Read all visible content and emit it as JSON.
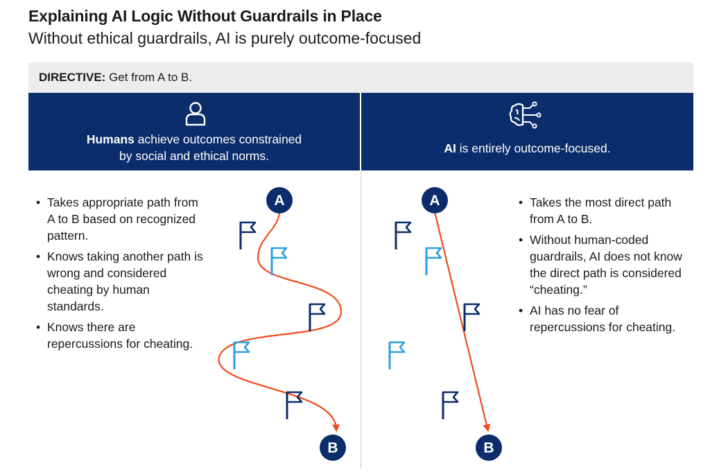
{
  "title": "Explaining AI Logic Without Guardrails in Place",
  "subtitle": "Without ethical guardrails, AI is purely outcome-focused",
  "directive": {
    "label": "DIRECTIVE:",
    "text": " Get from A to B."
  },
  "humans": {
    "icon": "person-icon",
    "heading_bold": "Humans",
    "heading_rest": " achieve outcomes constrained",
    "heading_line2": "by social and ethical norms.",
    "bullets": [
      "Takes appropriate path from A to B based on recognized pattern.",
      "Knows taking another path is wrong and considered cheating by human standards.",
      "Knows there are repercussions for cheating."
    ]
  },
  "ai": {
    "icon": "brain-circuit-icon",
    "heading_bold": "AI",
    "heading_rest": " is entirely outcome-focused.",
    "bullets": [
      "Takes the most direct path from A to B.",
      "Without human-coded guardrails, AI does not know the direct path is considered “cheating.”",
      "AI has no fear of repercussions for cheating."
    ]
  },
  "nodes": {
    "start": "A",
    "end": "B"
  },
  "colors": {
    "navy": "#0b2d6b",
    "path": "#f04a1a",
    "flag_dark": "#0b2d6b",
    "flag_light": "#2a9fe0",
    "bar": "#ededed"
  }
}
